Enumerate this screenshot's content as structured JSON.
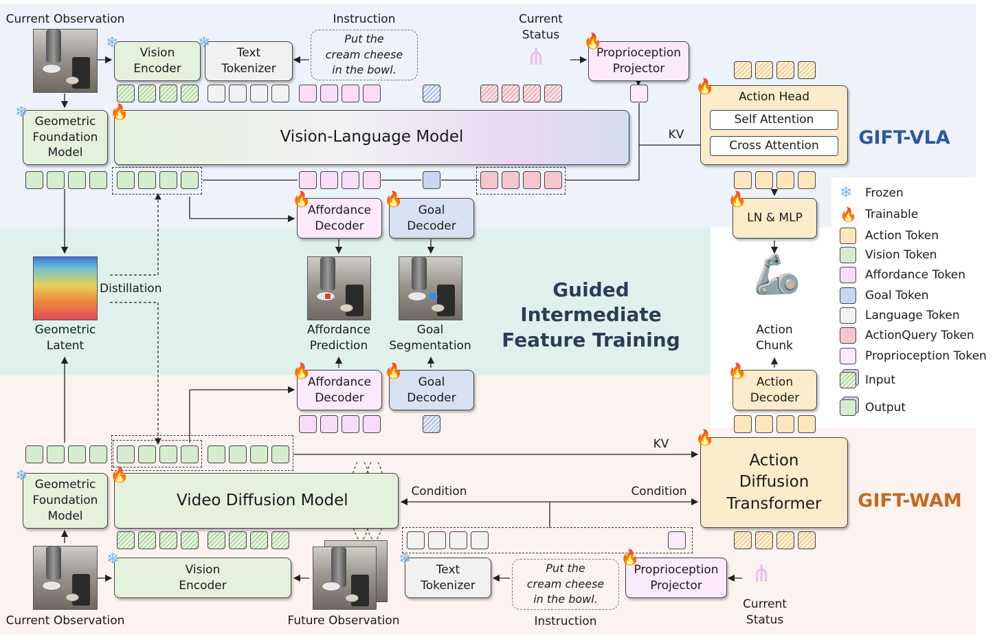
{
  "labels": {
    "current_observation_top": "Current Observation",
    "instruction_top": "Instruction",
    "current_status_top": "Current\nStatus",
    "vision_encoder_top": "Vision\nEncoder",
    "text_tokenizer_top": "Text\nTokenizer",
    "instruction_text_top": "Put the\ncream cheese\nin the bowl.",
    "proprio_projector_top": "Proprioception\nProjector",
    "geometric_foundation_top": "Geometric\nFoundation\nModel",
    "vlm": "Vision-Language Model",
    "kv_top": "KV",
    "action_head": "Action Head",
    "self_attention": "Self Attention",
    "cross_attention": "Cross Attention",
    "gift_vla": "GIFT-VLA",
    "affordance_decoder_top": "Affordance\nDecoder",
    "goal_decoder_top": "Goal\nDecoder",
    "ln_mlp": "LN & MLP",
    "distillation": "Distillation",
    "geometric_latent": "Geometric\nLatent",
    "gift_title": "Guided Intermediate\nFeature Training",
    "affordance_prediction": "Affordance\nPrediction",
    "goal_segmentation": "Goal\nSegmentation",
    "action_chunk": "Action\nChunk",
    "affordance_decoder_bottom": "Affordance\nDecoder",
    "goal_decoder_bottom": "Goal\nDecoder",
    "action_decoder": "Action\nDecoder",
    "kv_bottom": "KV",
    "geometric_foundation_bottom": "Geometric\nFoundation\nModel",
    "video_diffusion_model": "Video Diffusion Model",
    "condition_left": "Condition",
    "condition_right": "Condition",
    "action_diffusion_transformer": "Action\nDiffusion\nTransformer",
    "gift_wam": "GIFT-WAM",
    "vision_encoder_bottom": "Vision\nEncoder",
    "text_tokenizer_bottom": "Text\nTokenizer",
    "instruction_text_bottom": "Put the\ncream cheese\nin the bowl.",
    "proprio_projector_bottom": "Proprioception\nProjector",
    "current_observation_bottom": "Current Observation",
    "future_observation": "Future Observation",
    "instruction_bottom": "Instruction",
    "current_status_bottom": "Current\nStatus"
  },
  "legend": [
    {
      "label": "Frozen",
      "icon": "snowflake-icon"
    },
    {
      "label": "Trainable",
      "icon": "fire-icon"
    },
    {
      "label": "Action Token",
      "color": "#fde6bc"
    },
    {
      "label": "Vision Token",
      "color": "#d6ecce"
    },
    {
      "label": "Affordance Token",
      "color": "#f8ddf8"
    },
    {
      "label": "Goal Token",
      "color": "#c9d6ef"
    },
    {
      "label": "Language Token",
      "color": "#f2f2f2"
    },
    {
      "label": "ActionQuery Token",
      "color": "#f6c6cf"
    },
    {
      "label": "Proprioception Token",
      "color": "#fce9fb"
    },
    {
      "label": "Input",
      "icon": "hatched-stack-icon"
    },
    {
      "label": "Output",
      "icon": "solid-stack-icon"
    }
  ],
  "colors": {
    "gift_vla": "#2f56a0",
    "gift_wam": "#c8671c",
    "title": "#2c3e55",
    "region_vla": "#eef2fa",
    "region_gift": "#dff1ec",
    "region_wam": "#fcf3f1"
  }
}
